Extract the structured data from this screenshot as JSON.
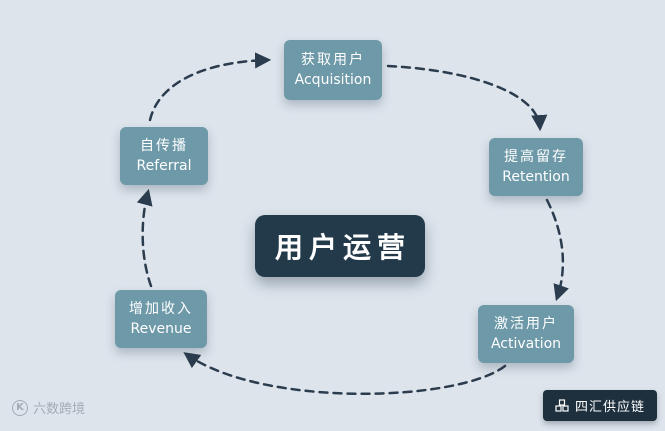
{
  "diagram": {
    "center_label": "用户运营",
    "nodes": {
      "acquisition": {
        "zh": "获取用户",
        "en": "Acquisition"
      },
      "retention": {
        "zh": "提高留存",
        "en": "Retention"
      },
      "activation": {
        "zh": "激活用户",
        "en": "Activation"
      },
      "revenue": {
        "zh": "增加收入",
        "en": "Revenue"
      },
      "referral": {
        "zh": "自传播",
        "en": "Referral"
      }
    }
  },
  "watermarks": {
    "left_logo_letter": "K",
    "left_text": "六数跨境",
    "right_text": "四汇供应链"
  },
  "colors": {
    "background": "#dde4ec",
    "node_bg": "#6d99a8",
    "center_bg": "#233a4b",
    "arrow": "#2b3c4e"
  }
}
